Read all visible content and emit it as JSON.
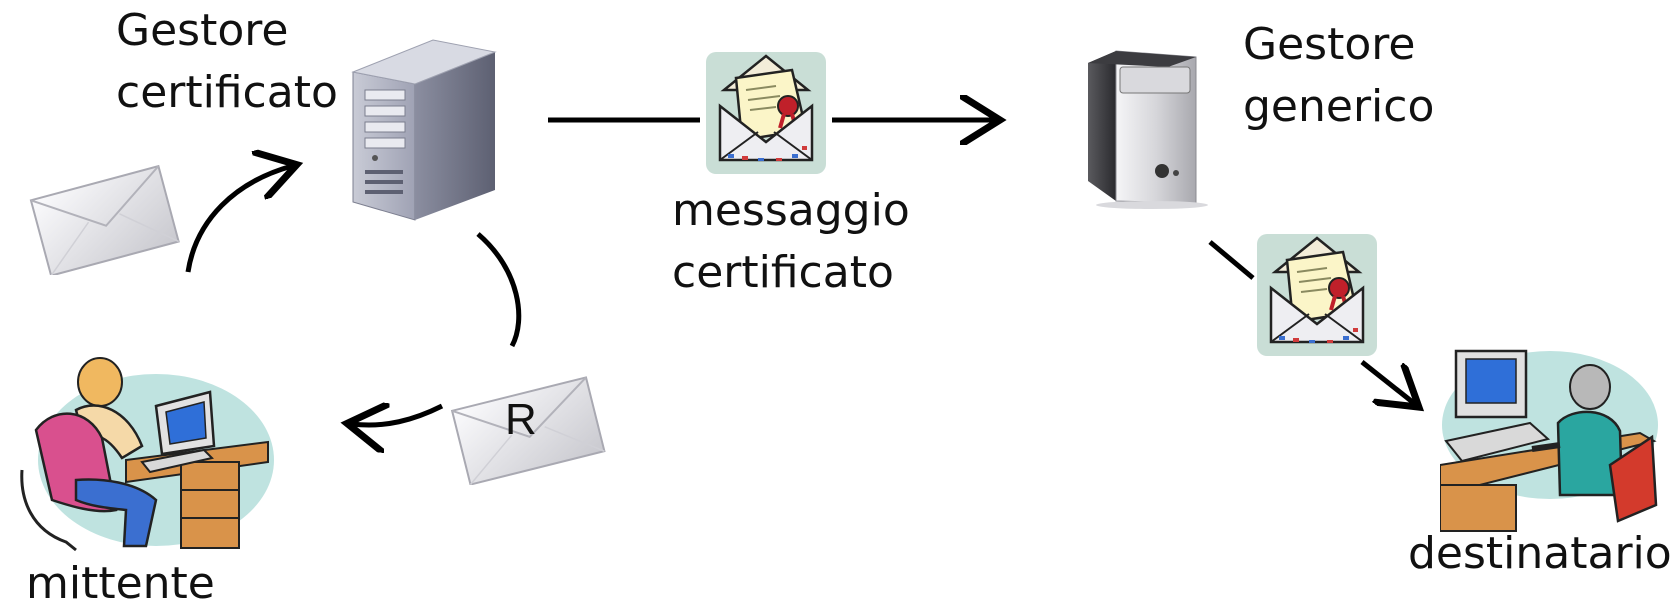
{
  "labels": {
    "gestore_certificato": [
      "Gestore",
      "certificato"
    ],
    "gestore_generico": [
      "Gestore",
      "generico"
    ],
    "messaggio_certificato": [
      "messaggio",
      "certificato"
    ],
    "mittente": "mittente",
    "destinatario": "destinatario",
    "receipt_letter": "R"
  },
  "icons": {
    "sender_envelope": "envelope-icon",
    "certified_server": "server-tower-icon",
    "generic_server": "server-tower-icon",
    "certified_message": "certified-envelope-icon",
    "receipt_envelope": "receipt-envelope-icon",
    "sender_person": "person-at-computer-icon",
    "recipient_person": "person-at-computer-icon"
  },
  "colors": {
    "arrow": "#000000",
    "envelope": "#e6e6ea",
    "seal": "#c0202a",
    "screen": "#2f6fd8",
    "chair_pink": "#d9508e",
    "chair_red": "#d33a2c",
    "desk": "#d9934a"
  }
}
